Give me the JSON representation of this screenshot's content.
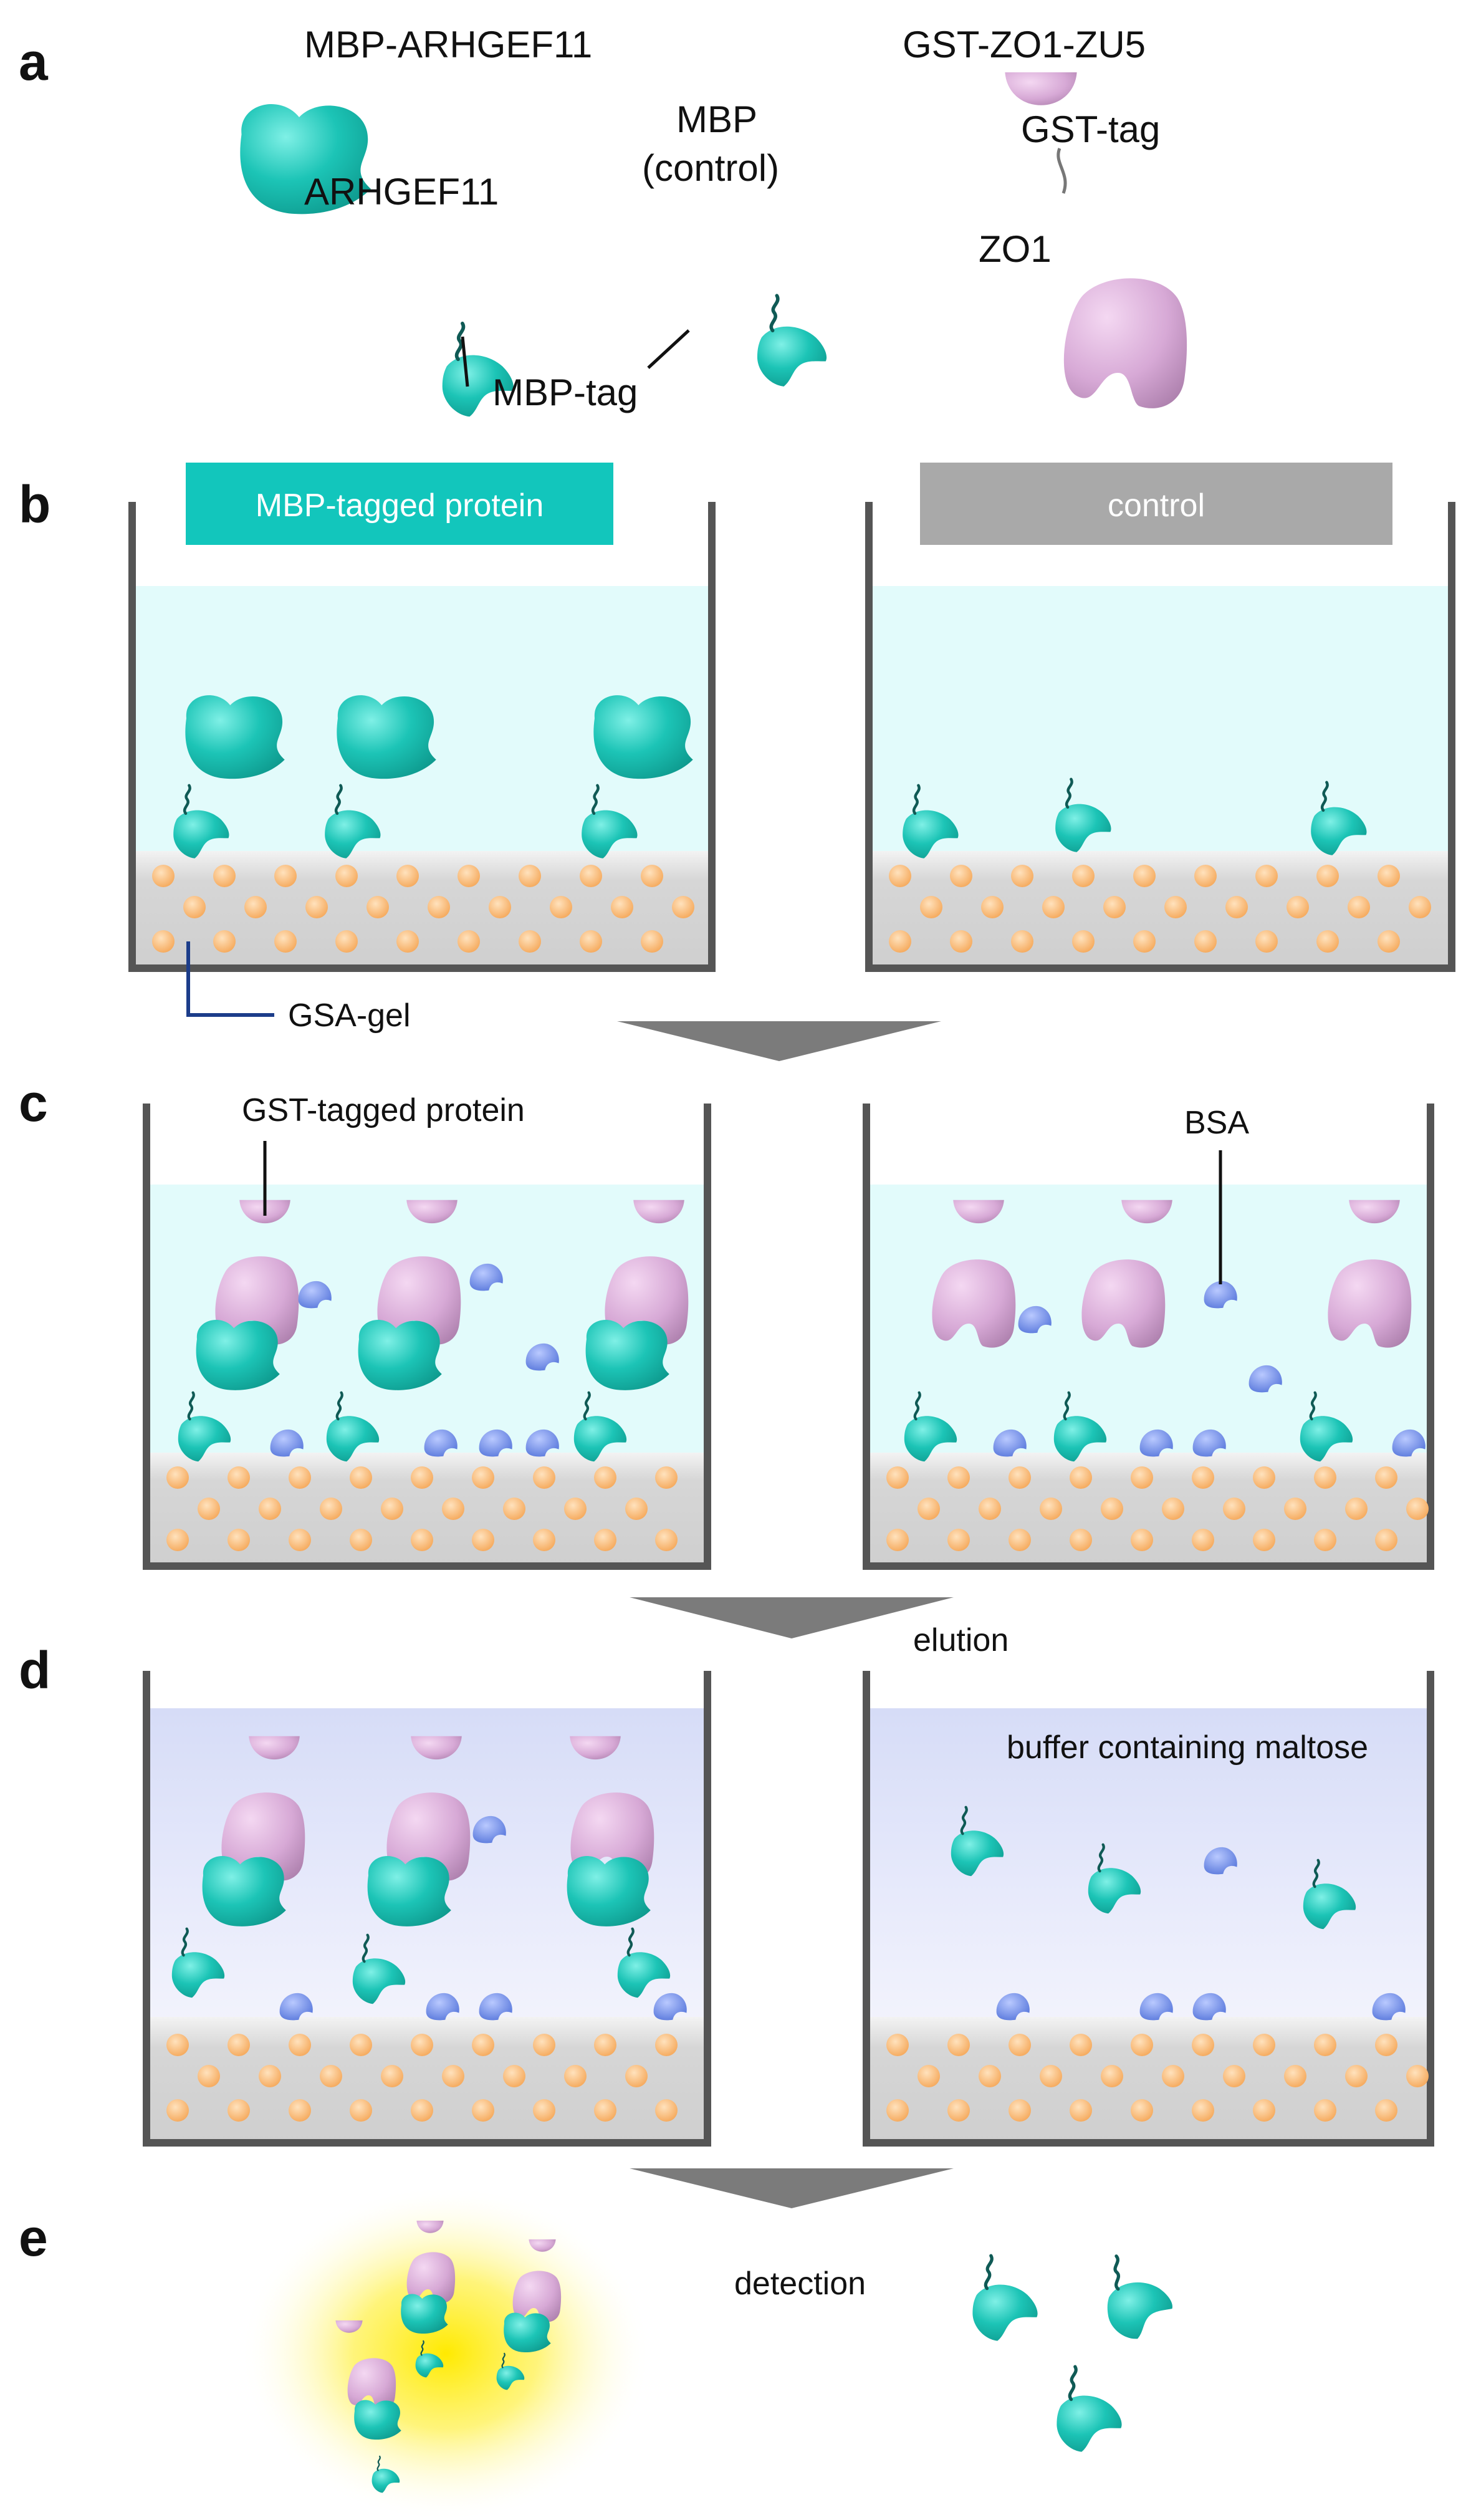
{
  "panels": {
    "a": {
      "letter": "a",
      "mbp_fusion_title": "MBP-ARHGEF11",
      "arhgef11_label": "ARHGEF11",
      "mbp_control_line1": "MBP",
      "mbp_control_line2": "(control)",
      "mbp_tag_label": "MBP-tag",
      "gst_fusion_title": "GST-ZO1-ZU5",
      "gst_tag_label": "GST-tag",
      "zo1_label": "ZO1"
    },
    "b": {
      "letter": "b",
      "left_banner": "MBP-tagged protein",
      "right_banner": "control",
      "gel_label": "GSA-gel"
    },
    "c": {
      "letter": "c",
      "gst_protein_label": "GST-tagged protein",
      "bsa_label": "BSA"
    },
    "d": {
      "letter": "d",
      "elution_label": "elution",
      "buffer_label": "buffer containing maltose"
    },
    "e": {
      "letter": "e",
      "detection_label": "detection"
    }
  },
  "colors": {
    "teal": "#1cc4b6",
    "teal_dark": "#0e9a8e",
    "mauve": "#d7a9d6",
    "mauve_dark": "#a77aa7",
    "bead": "#f7be7c",
    "bsa": "#6b8ae8",
    "liquid_blue": "#e2fbfb",
    "liquid_lavender": "#dce3f7",
    "gel_grey": "#d0d0d0",
    "wall": "#555555",
    "banner_teal": "#12c6bc",
    "banner_grey": "#a9a9a9",
    "arrow": "#7b7b7b",
    "glow": "#ffee33"
  }
}
